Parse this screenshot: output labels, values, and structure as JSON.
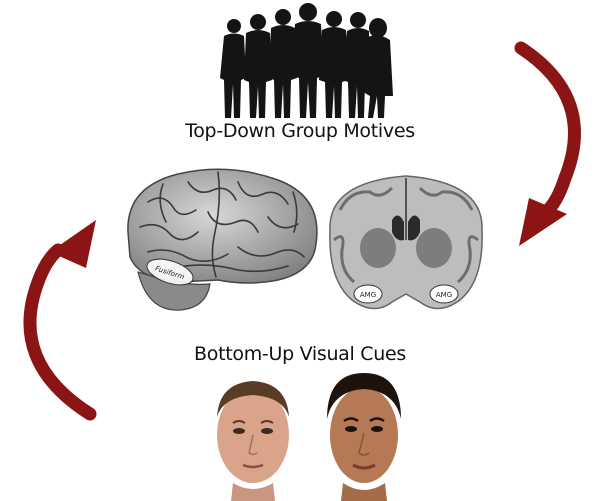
{
  "diagram": {
    "top_label": "Top-Down Group Motives",
    "bottom_label": "Bottom-Up Visual Cues",
    "fusiform_tag": "Fusiform",
    "amygdala_left_tag": "AMG",
    "amygdala_right_tag": "AMG"
  },
  "colors": {
    "arrow": "#8b1414",
    "silhouette": "#141414",
    "brain_gray": "#9a9a9a"
  },
  "icons": [
    "group-silhouette",
    "brain-lateral-view",
    "brain-coronal-slice",
    "face-photo"
  ]
}
